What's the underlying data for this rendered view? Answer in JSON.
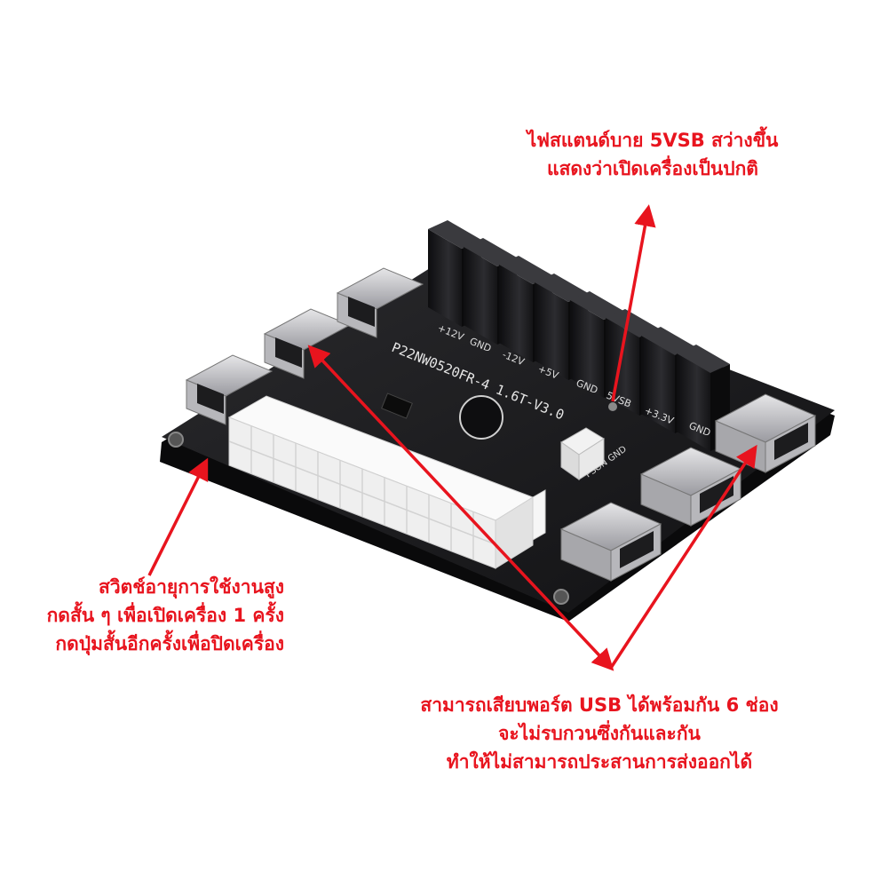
{
  "board": {
    "silkscreen_model": "P22NW0520FR-4 1.6T-V3.0",
    "rail_labels": [
      "+12V",
      "GND",
      "-12V",
      "+5V",
      "GND",
      "5VSB",
      "+3.3V",
      "GND"
    ],
    "switch_label": "PSON GND"
  },
  "callouts": {
    "standby_led": {
      "lines": [
        "ไฟสแตนด์บาย 5VSB สว่างขึ้น",
        "แสดงว่าเปิดเครื่องเป็นปกติ"
      ]
    },
    "switch": {
      "lines": [
        "สวิตช์อายุการใช้งานสูง",
        "กดสั้น ๆ เพื่อเปิดเครื่อง 1 ครั้ง",
        "กดปุ่มสั้นอีกครั้งเพื่อปิดเครื่อง"
      ]
    },
    "usb": {
      "lines": [
        "สามารถเสียบพอร์ต USB ได้พร้อมกัน 6 ช่อง",
        "จะไม่รบกวนซึ่งกันและกัน",
        "ทำให้ไม่สามารถประสานการส่งออกได้"
      ]
    }
  },
  "colors": {
    "annotation_red": "#e8141e",
    "pcb_black": "#1b1b1d",
    "connector_white": "#f4f4f4",
    "usb_metal": "#c9c9cc"
  }
}
